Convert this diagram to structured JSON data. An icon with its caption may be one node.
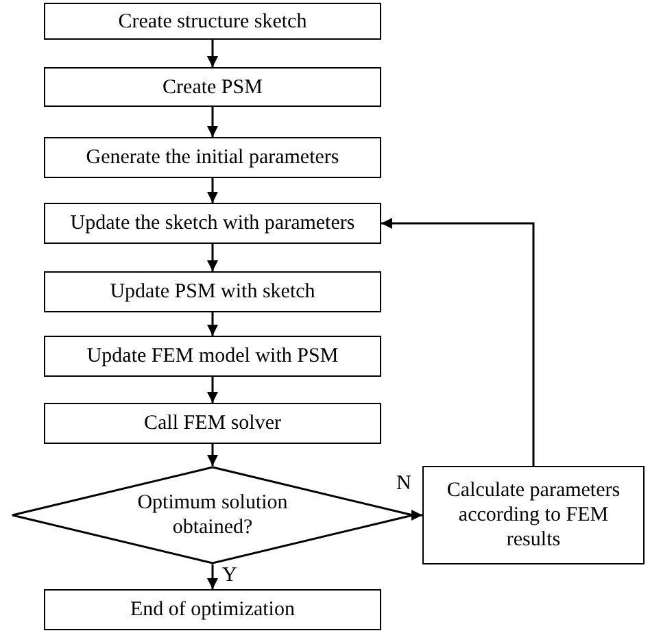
{
  "diagram": {
    "nodes": [
      {
        "text": [
          "Create structure sketch"
        ]
      },
      {
        "text": [
          "Create PSM"
        ]
      },
      {
        "text": [
          "Generate the initial parameters"
        ]
      },
      {
        "text": [
          "Update the sketch with parameters"
        ]
      },
      {
        "text": [
          "Update PSM with sketch"
        ]
      },
      {
        "text": [
          "Update FEM model with PSM"
        ]
      },
      {
        "text": [
          "Call FEM solver"
        ]
      },
      {
        "text": [
          "Optimum solution obtained?"
        ]
      },
      {
        "text": [
          "End of optimization"
        ]
      },
      {
        "text": [
          "Calculate parameters according to FEM results"
        ]
      }
    ],
    "edges": [
      {
        "from": 0,
        "to": 1,
        "arrow": "to"
      },
      {
        "from": 1,
        "to": 2,
        "arrow": "to"
      },
      {
        "from": 2,
        "to": 3,
        "arrow": "to"
      },
      {
        "from": 3,
        "to": 4,
        "arrow": "to"
      },
      {
        "from": 4,
        "to": 5,
        "arrow": "to"
      },
      {
        "from": 5,
        "to": 6,
        "arrow": "to"
      },
      {
        "from": 6,
        "to": 7,
        "arrow": "to"
      },
      {
        "from": 7,
        "to": 8,
        "arrow": "to",
        "label": "Y"
      },
      {
        "from": 7,
        "to": 9,
        "arrow": "to",
        "label": "N"
      },
      {
        "from": 9,
        "to": 3,
        "arrow": "to"
      }
    ]
  }
}
